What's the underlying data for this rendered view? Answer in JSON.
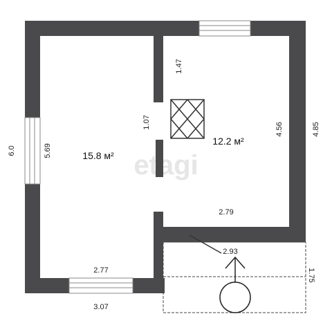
{
  "watermark": "etagi",
  "rooms": [
    {
      "name": "left-room",
      "area": "15.8 м²"
    },
    {
      "name": "right-room",
      "area": "12.2 м²"
    }
  ],
  "dimensions": {
    "outer_height_left": "6.0",
    "left_room_height": "5.69",
    "right_room_upper_segment": "1.47",
    "doorway_width": "1.07",
    "right_room_height": "4.56",
    "outer_height_right": "4.85",
    "right_room_width": "2.79",
    "porch_width": "2.93",
    "porch_depth": "1.75",
    "left_room_width": "2.77",
    "outer_width_left": "3.07"
  },
  "colors": {
    "wall": "#4a4a4c",
    "window": "#ffffff",
    "line": "#333333"
  }
}
